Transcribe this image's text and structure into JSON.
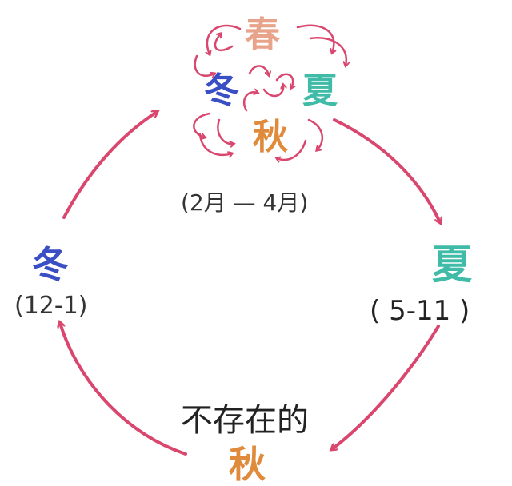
{
  "cluster": {
    "spring": "春",
    "winter": "冬",
    "summer": "夏",
    "autumn": "秋",
    "range": "(2月 — 4月)"
  },
  "summer_node": {
    "label": "夏",
    "range": "( 5-11 )"
  },
  "winter_node": {
    "label": "冬",
    "range": "(12-1)"
  },
  "autumn_node": {
    "caption": "不存在的",
    "label": "秋"
  },
  "colors": {
    "spring": "#e8a48a",
    "winter": "#3b4fc4",
    "summer": "#3fbba7",
    "autumn": "#e08a3c",
    "arrow": "#d9476e",
    "text": "#222222"
  }
}
